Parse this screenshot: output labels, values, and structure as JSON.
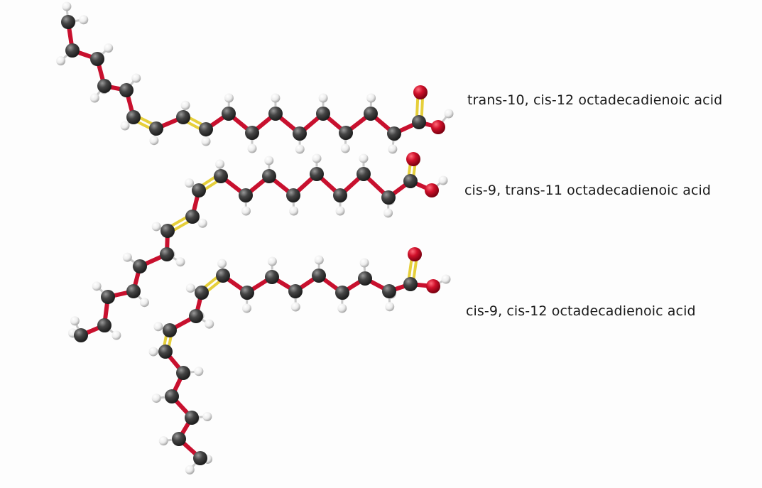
{
  "molecules": [
    {
      "name": "trans-10, cis-12 octadecadienoic acid"
    },
    {
      "name": "cis-9, trans-11 octadecadienoic acid"
    },
    {
      "name": "cis-9, cis-12 octadecadienoic acid"
    }
  ],
  "colors": {
    "background": "#fdfdfd",
    "carbon": "#3d3d3d",
    "hydrogen": "#f4f4f4",
    "oxygen": "#d0102a",
    "single_bond": "#c8102e",
    "double_bond": "#e6cf3a"
  }
}
